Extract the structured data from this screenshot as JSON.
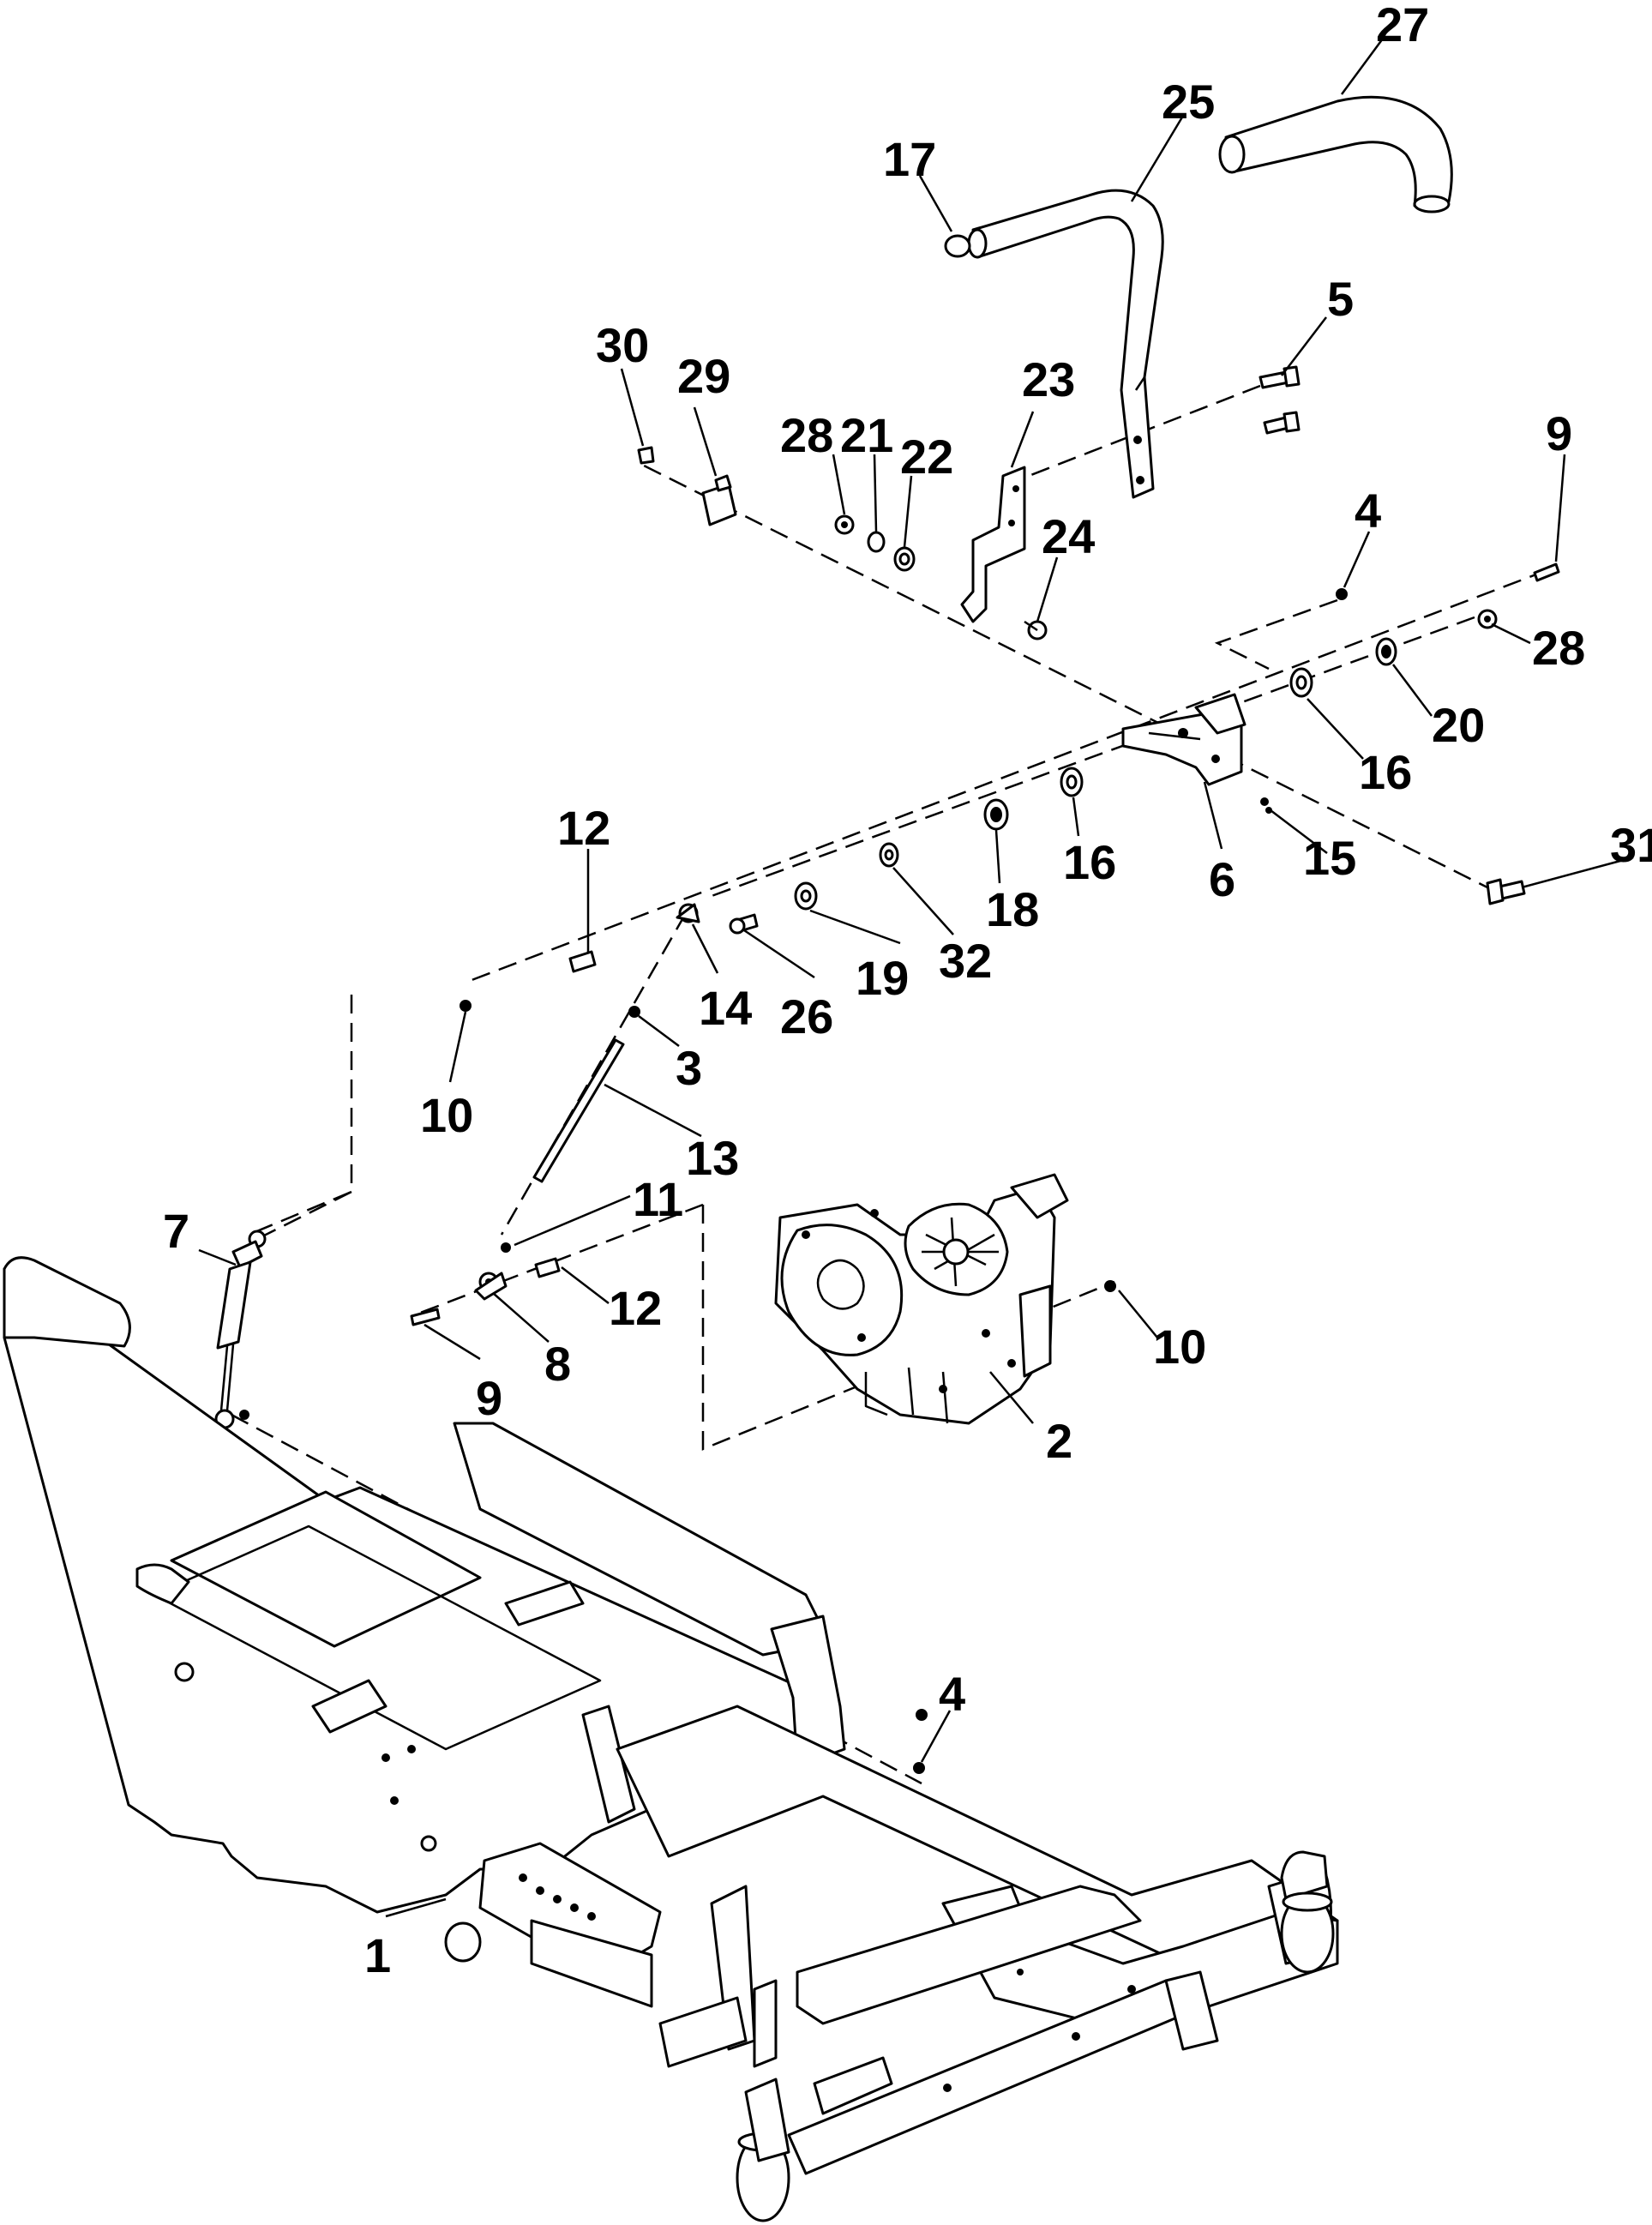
{
  "callouts": {
    "c1": "1",
    "c2": "2",
    "c3": "3",
    "c4a": "4",
    "c4b": "4",
    "c5": "5",
    "c6": "6",
    "c7": "7",
    "c8": "8",
    "c9a": "9",
    "c9b": "9",
    "c10a": "10",
    "c10b": "10",
    "c11": "11",
    "c12a": "12",
    "c12b": "12",
    "c13": "13",
    "c14": "14",
    "c15": "15",
    "c16a": "16",
    "c16b": "16",
    "c17": "17",
    "c18": "18",
    "c19": "19",
    "c20": "20",
    "c21": "21",
    "c22": "22",
    "c23": "23",
    "c24": "24",
    "c25": "25",
    "c26": "26",
    "c27": "27",
    "c28a": "28",
    "c28b": "28",
    "c29": "29",
    "c30": "30",
    "c31": "31",
    "c32": "32"
  },
  "colors": {
    "line": "#000000",
    "background": "#ffffff"
  }
}
